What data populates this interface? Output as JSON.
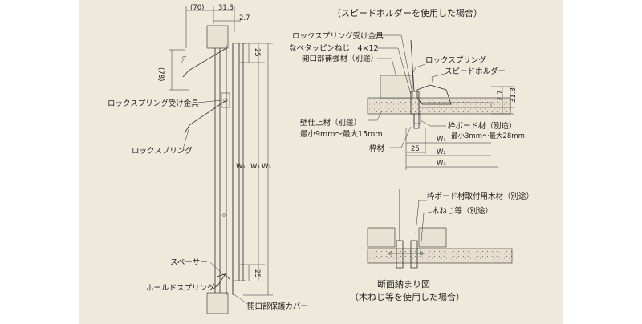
{
  "left": {
    "dim_70": "(70)",
    "dim_313": "31.3",
    "dim_27": "2.7",
    "dim_78": "(78)",
    "dim_25_top": "25",
    "dim_25_bottom": "25",
    "w1": "W₁",
    "w2": "W₂",
    "w3": "W₃",
    "label_bracket": "ロックスプリング受け金具",
    "label_lock_spring": "ロックスプリング",
    "label_spacer": "スペーサー",
    "label_hold_spring": "ホールドスプリング",
    "label_cover": "開口部保護カバー"
  },
  "top_right": {
    "title": "（スピードホルダーを使用した場合）",
    "label_bracket": "ロックスプリング受け金具",
    "label_screw": "なべタッピンねじ　4×12",
    "label_reinforce": "開口部補強材（別途）",
    "label_lock_spring": "ロックスプリング",
    "label_speed_holder": "スピードホルダー",
    "dim_27": "2.7",
    "dim_313": "31.3",
    "label_wall_finish": "壁仕上材（別途）",
    "label_wall_range": "最小9mm～最大15mm",
    "label_frame_board": "枠ボード材（別途）",
    "label_frame_range": "最小3mm～最大28mm",
    "label_frame": "枠材",
    "dim_25": "25",
    "w1": "W₁",
    "w2": "W₂",
    "w3": "W₃"
  },
  "bottom_right": {
    "label_wood": "枠ボード材取付用木材（別途）",
    "label_screw": "木ねじ等（別途）",
    "caption_line1": "断面納まり図",
    "caption_line2": "（木ねじ等を使用した場合）"
  }
}
